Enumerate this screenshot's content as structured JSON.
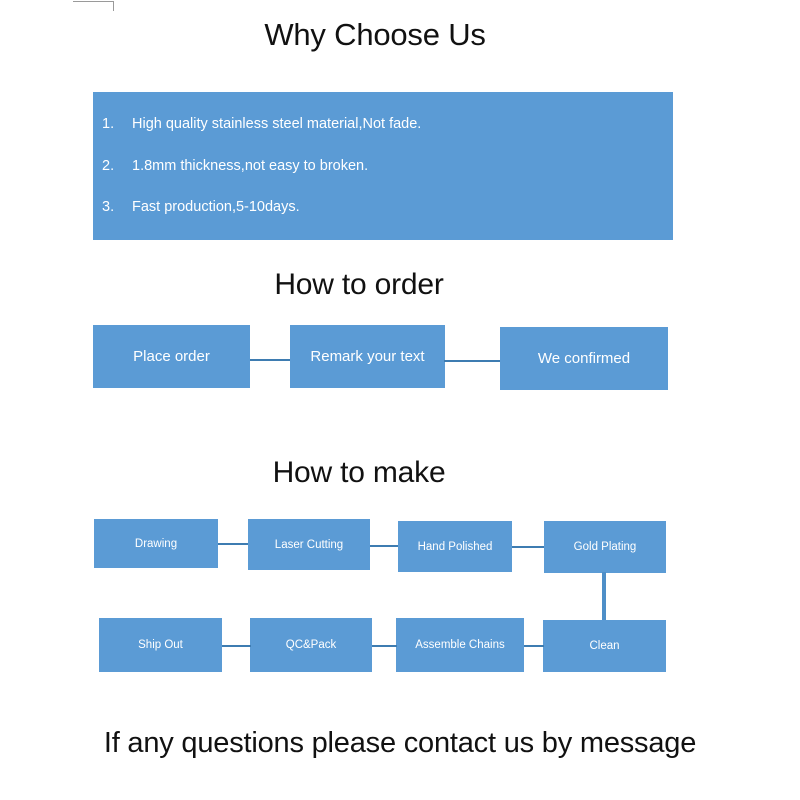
{
  "page": {
    "background": "#ffffff",
    "accent_blue": "#5B9BD5",
    "connector_blue": "#3e7cb1",
    "text_dark": "#111111",
    "text_on_blue": "#ffffff"
  },
  "sections": {
    "why_choose_us": {
      "heading": "Why Choose Us",
      "features": [
        {
          "number": "1.",
          "text": "High quality stainless steel material,Not fade."
        },
        {
          "number": "2.",
          "text": "1.8mm thickness,not easy to broken."
        },
        {
          "number": "3.",
          "text": "Fast production,5-10days."
        }
      ]
    },
    "how_to_order": {
      "heading": "How to order",
      "steps": [
        {
          "label": "Place order"
        },
        {
          "label": "Remark your text"
        },
        {
          "label": "We confirmed"
        }
      ]
    },
    "how_to_make": {
      "heading": "How to make",
      "row1": [
        {
          "label": "Drawing"
        },
        {
          "label": "Laser Cutting"
        },
        {
          "label": "Hand Polished"
        },
        {
          "label": "Gold Plating"
        }
      ],
      "row2": [
        {
          "label": "Clean"
        },
        {
          "label": "Assemble Chains"
        },
        {
          "label": "QC&Pack"
        },
        {
          "label": "Ship Out"
        }
      ]
    }
  },
  "footer": {
    "message": "If any questions please contact us by message"
  }
}
